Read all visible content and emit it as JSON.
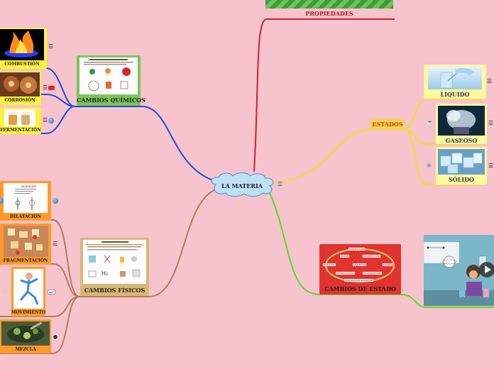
{
  "central": {
    "label": "LA MATERIA"
  },
  "topics": {
    "propiedades": "PROPIEDADES",
    "cambios_quimicos": "CAMBIOS QUÍMICOS",
    "cambios_fisicos": "CAMBIOS FÍSICOS",
    "estados": "ESTADOS",
    "cambios_estado": "CAMBIOS DE ESTADO"
  },
  "quimicos_items": [
    "COMBUSTIÓN",
    "CORROSIÓN",
    "FERMENTACIÓN"
  ],
  "fisicos_items": [
    "DILATACIÓN",
    "FRAGMENTACIÓN",
    "MOVIMIENTO",
    "MEZCLA"
  ],
  "estados_items": [
    "LÍQUIDO",
    "GASEOSO",
    "SÓLIDO"
  ],
  "dilatacion_card": {
    "title": "DILATACIÓN"
  },
  "cambio_estado_diagram": {
    "top": "SUBLIMACIÓN",
    "fusion": "FUSIÓN",
    "vaporizacion": "VAPORIZACIÓN",
    "solidos": "SÓLIDOS",
    "liquidos": "LÍQUIDOS",
    "gases": "GASES",
    "solidificacion": "SOLIDIFICACIÓN",
    "condensacion": "CONDENSACIÓN",
    "bottom": "SUBLIMACIÓN REGRESIVA"
  },
  "colors": {
    "background": "#f7c3cd",
    "quimicos_branch": "#1b4fd8",
    "fisicos_branch": "#b07d5a",
    "estados_branch": "#f5d94a",
    "cambios_estado_branch": "#55dd22",
    "propiedades_branch": "#cc2233",
    "central_fill": "#bde0f5"
  },
  "icons": {
    "menu": "menu-icon",
    "play": "play-icon",
    "globe": "globe-icon",
    "link": "link-icon"
  }
}
